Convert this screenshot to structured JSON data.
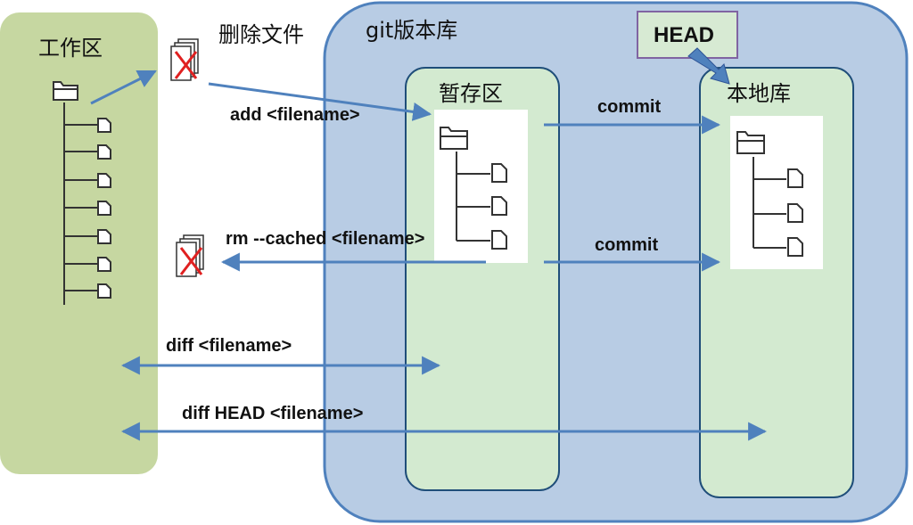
{
  "labels": {
    "workspace": "工作区",
    "delete_file": "删除文件",
    "repo": "git版本库",
    "staging": "暂存区",
    "local_repo": "本地库",
    "head": "HEAD"
  },
  "commands": {
    "add": "add  <filename>",
    "commit_top": "commit",
    "rm_cached": "rm --cached  <filename>",
    "commit_bottom": "commit",
    "diff": "diff  <filename>",
    "diff_head": "diff  HEAD  <filename>"
  },
  "colors": {
    "workspace_fill": "#c6d7a1",
    "repo_fill": "#b8cce4",
    "repo_stroke": "#4f81bd",
    "stage_fill": "#d3ead0",
    "arrow": "#4f81bd",
    "head_border": "#8064a2",
    "head_fill": "#d7ead3",
    "delete_x": "#e02020"
  }
}
